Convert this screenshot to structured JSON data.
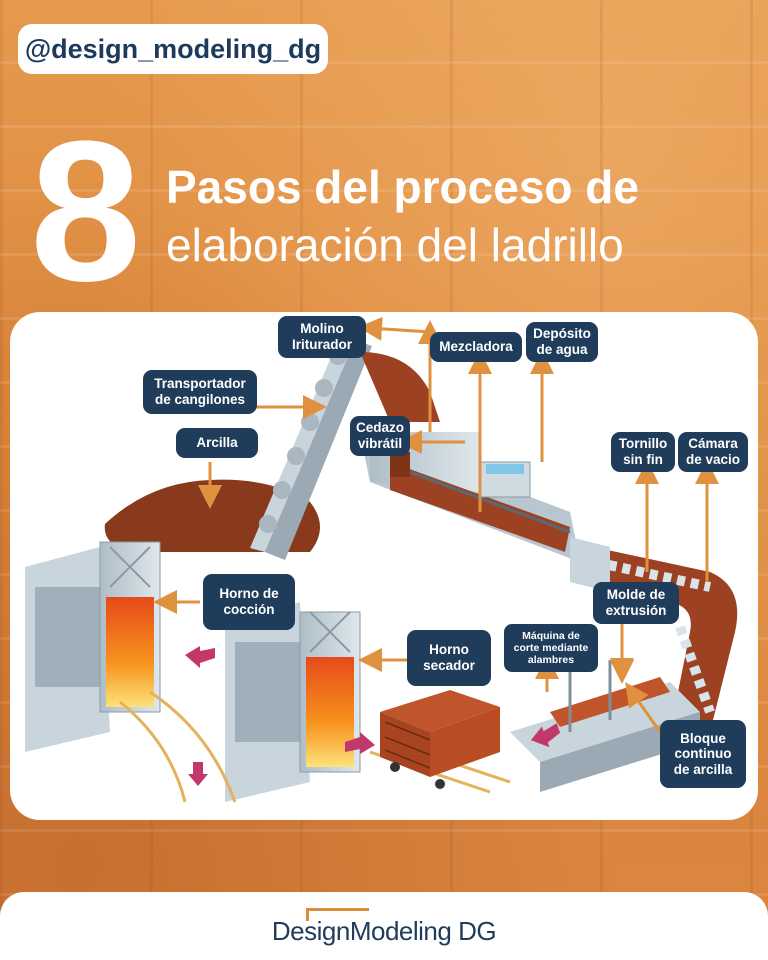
{
  "handle": "@design_modeling_dg",
  "header": {
    "number": "8",
    "title_line1": "Pasos del proceso de",
    "title_line2": "elaboración del ladrillo"
  },
  "diagram": {
    "labels": {
      "molino": "Molino\nIriturador",
      "mezcladora": "Mezcladora",
      "deposito": "Depósito\nde agua",
      "transportador": "Transportador\nde cangilones",
      "arcilla": "Arcilla",
      "cedazo": "Cedazo\nvibrátil",
      "tornillo": "Tornillo\nsin fin",
      "camara": "Cámara\nde vacio",
      "horno_coccion": "Horno de\ncocción",
      "molde": "Molde de\nextrusión",
      "maquina_corte": "Máquina de\ncorte mediante\nalambres",
      "horno_secador": "Horno\nsecador",
      "bloque": "Bloque\ncontinuo\nde arcilla"
    },
    "colors": {
      "label_bg": "#1f3c5b",
      "arrow": "#e0913f",
      "clay": "#8a3a1c",
      "machine": "#c9d5dc",
      "fire": "#f26a1b",
      "brick": "#c0542a",
      "flow_arrow": "#c2386b"
    }
  },
  "footer": {
    "brand": "DesignModeling DG"
  }
}
